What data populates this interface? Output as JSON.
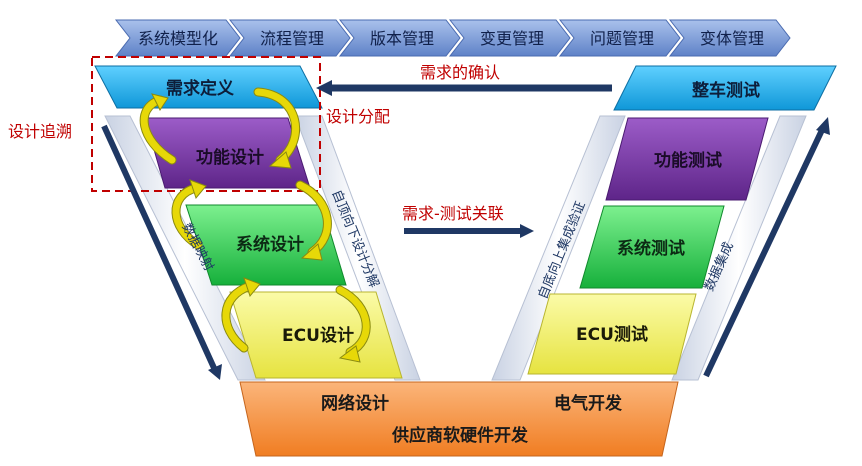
{
  "tabs": [
    "系统模型化",
    "流程管理",
    "版本管理",
    "变更管理",
    "问题管理",
    "变体管理"
  ],
  "left_stages": {
    "requirements": "需求定义",
    "function_design": "功能设计",
    "system_design": "系统设计",
    "ecu_design": "ECU设计"
  },
  "right_stages": {
    "vehicle_test": "整车测试",
    "function_test": "功能测试",
    "system_test": "系统测试",
    "ecu_test": "ECU测试"
  },
  "bottom": {
    "network_design": "网络设计",
    "electrical_dev": "电气开发",
    "supplier_dev": "供应商软硬件开发"
  },
  "annotations": {
    "req_confirm": "需求的确认",
    "design_trace": "设计追溯",
    "design_allocation": "设计分配",
    "req_test_link": "需求-测试关联",
    "data_mapping": "数据映射",
    "top_down": "自顶向下设计分解",
    "bottom_up": "自底向上集成验证",
    "data_integration": "数据集成"
  },
  "colors": {
    "tab": "#6b8fd0",
    "requirements": "#1ba8e8",
    "function": "#7030a0",
    "system": "#22c44a",
    "ecu": "#f2f062",
    "bottom": "#f79646",
    "arrow_navy": "#1f3864",
    "annotation_red": "#c00000",
    "yellow_arrow": "#f2e40a"
  }
}
